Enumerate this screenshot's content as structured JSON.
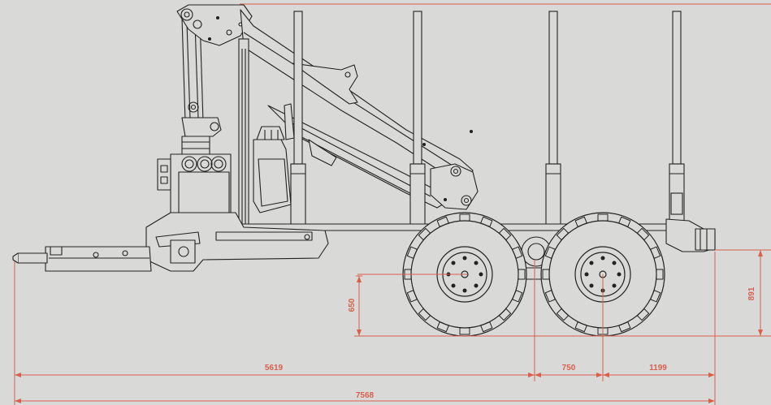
{
  "colors": {
    "background": "#d9d9d8",
    "line": "#222222",
    "dimension": "#d9604e"
  },
  "dimensions": {
    "d650": "650",
    "d891": "891",
    "d5619": "5619",
    "d750": "750",
    "d1199": "1199",
    "d7568": "7568"
  }
}
